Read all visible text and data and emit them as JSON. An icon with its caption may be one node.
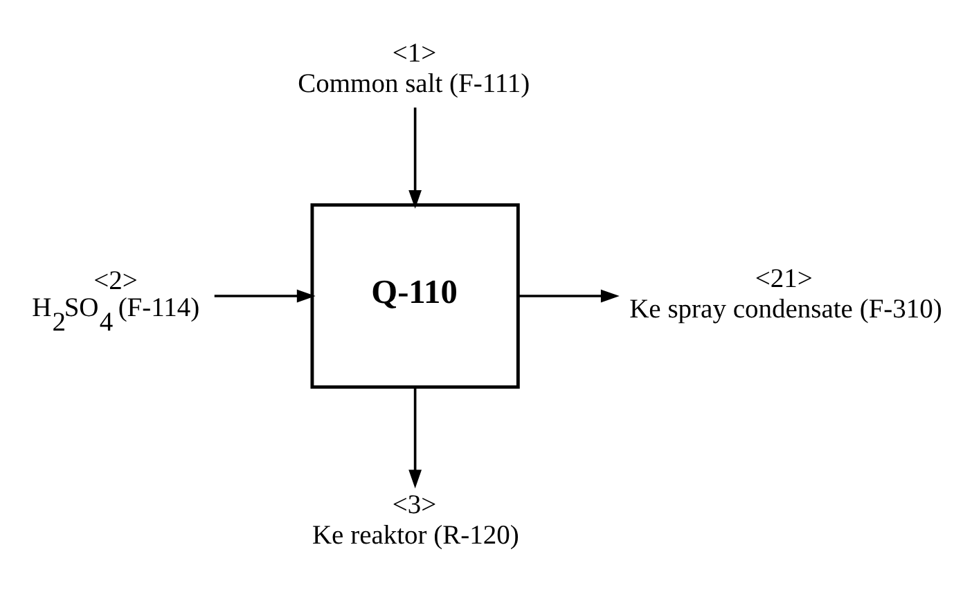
{
  "diagram": {
    "nodes": [
      {
        "text": [
          "<1>",
          "Common salt (F-111)"
        ]
      },
      {
        "text": [
          "<2>",
          "H$_{2}$SO$_{4}$ (F-114)"
        ]
      },
      {
        "text": [
          "Q-110"
        ]
      },
      {
        "text": [
          "<21>",
          "Ke spray condensate (F-310)"
        ]
      },
      {
        "text": [
          "<3>",
          "Ke reaktor (R-120)"
        ]
      }
    ],
    "edges": [
      {
        "from": 0,
        "to": 2,
        "arrow": "to"
      },
      {
        "from": 1,
        "to": 2,
        "arrow": "to"
      },
      {
        "from": 2,
        "to": 3,
        "arrow": "to"
      },
      {
        "from": 2,
        "to": 4,
        "arrow": "to"
      }
    ]
  }
}
